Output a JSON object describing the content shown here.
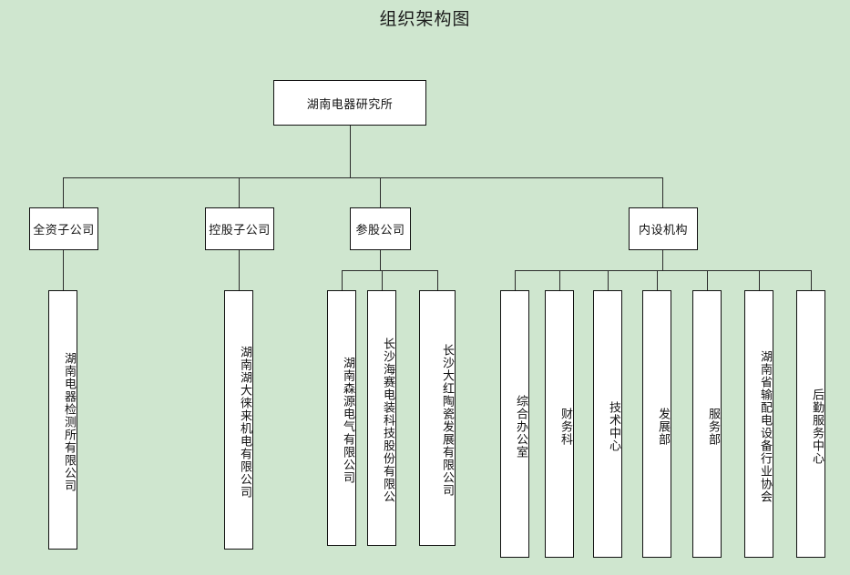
{
  "chart": {
    "title": "组织架构图",
    "background_color": "#cfe6cf",
    "node_fill": "#ffffff",
    "node_border": "#111111",
    "connector_color": "#2b2b2b",
    "type": "org-chart"
  },
  "root": {
    "label": "湖南电器研究所"
  },
  "level2": [
    {
      "label": "全资子公司"
    },
    {
      "label": "控股子公司"
    },
    {
      "label": "参股公司"
    },
    {
      "label": "内设机构"
    }
  ],
  "leaves": {
    "wholly_owned": [
      {
        "label": "湖南电器检测所有限公司"
      }
    ],
    "holding": [
      {
        "label": "湖南湖大徕来机电有限公司"
      }
    ],
    "equity": [
      {
        "label": "湖南森源电气有限公司"
      },
      {
        "label": "长沙海赛电装科技股份有限公"
      },
      {
        "label": "长沙大红陶瓷发展有限公司"
      }
    ],
    "internal": [
      {
        "label": "综合办公室"
      },
      {
        "label": "财务科"
      },
      {
        "label": "技术中心"
      },
      {
        "label": "发展部"
      },
      {
        "label": "服务部"
      },
      {
        "label": "湖南省输配电设备行业协会"
      },
      {
        "label": "后勤服务中心"
      }
    ]
  }
}
